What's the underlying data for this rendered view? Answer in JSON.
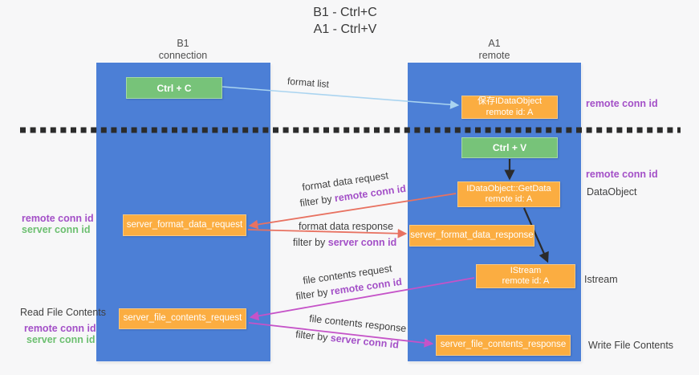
{
  "title": {
    "line1": "B1 - Ctrl+C",
    "line2": "A1 - Ctrl+V"
  },
  "lanes": {
    "left": {
      "name": "B1",
      "role": "connection"
    },
    "right": {
      "name": "A1",
      "role": "remote"
    }
  },
  "nodes": {
    "ctrl_c": {
      "label": "Ctrl + C"
    },
    "save_idataobject": {
      "line1": "保存IDataObject",
      "line2": "remote id: A"
    },
    "ctrl_v": {
      "label": "Ctrl + V"
    },
    "getdata": {
      "line1": "IDataObject::GetData",
      "line2": "remote id: A"
    },
    "format_request": {
      "label": "server_format_data_request"
    },
    "format_response": {
      "label": "server_format_data_response"
    },
    "istream": {
      "line1": "IStream",
      "line2": "remote id: A"
    },
    "file_request": {
      "label": "server_file_contents_request"
    },
    "file_response": {
      "label": "server_file_contents_response"
    }
  },
  "annotations": {
    "format_list": "format list",
    "remote_conn_id_top": "remote conn id",
    "remote_conn_id_mid": "remote conn id",
    "dataobject": "DataObject",
    "istream_side": "Istream",
    "read_file_contents": "Read File Contents",
    "write_file_contents": "Write File Contents",
    "left_mid": {
      "remote": "remote conn id",
      "server": "server conn id"
    },
    "left_bottom": {
      "remote": "remote conn id",
      "server": "server conn id"
    }
  },
  "flows": {
    "format_request": {
      "main": "format data request",
      "prefix": "filter by ",
      "key": "remote conn id"
    },
    "format_response": {
      "main": "format data response",
      "prefix": "filter by ",
      "key": "server conn id"
    },
    "file_request": {
      "main": "file contents request",
      "prefix": "filter by ",
      "key": "remote conn id"
    },
    "file_response": {
      "main": "file contents response",
      "prefix": "filter by ",
      "key": "server conn id"
    }
  },
  "colors": {
    "lane_blue": "#4c7fd6",
    "node_orange": "#fbad41",
    "node_green": "#77c379",
    "text_purple": "#a34fc7",
    "text_green": "#6cbf70",
    "arrow_red": "#e87261",
    "arrow_magenta": "#c553c8",
    "arrow_lightblue": "#aad4f0",
    "arrow_black": "#2b2b2b"
  }
}
